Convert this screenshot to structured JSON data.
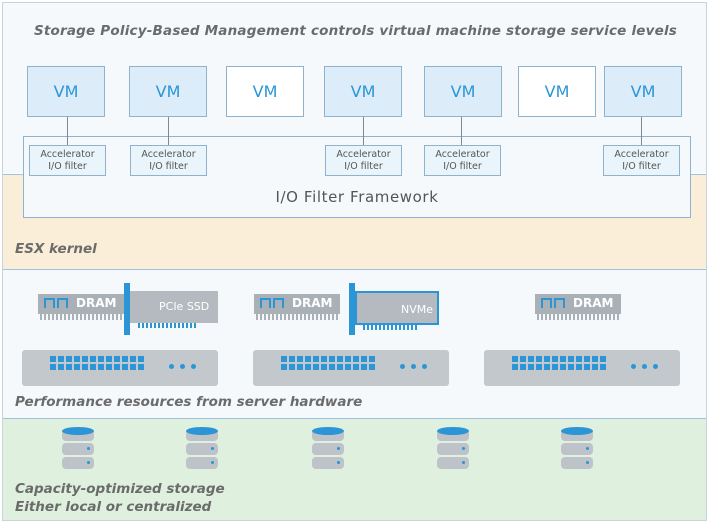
{
  "title": "Storage Policy-Based Management controls virtual machine storage service levels",
  "vms": [
    "VM",
    "VM",
    "VM",
    "VM",
    "VM",
    "VM",
    "VM"
  ],
  "filter": {
    "line1": "Accelerator",
    "line2": "I/O filter"
  },
  "framework_label": "I/O Filter Framework",
  "esx_kernel_label": "ESX kernel",
  "perf_label": "Performance resources from server hardware",
  "dram_label": "DRAM",
  "pcie_label": "PCIe SSD",
  "nvme_label": "NVMe",
  "capacity_label_1": "Capacity-optimized storage",
  "capacity_label_2": "Either local or centralized",
  "colors": {
    "accent": "#2b95d6",
    "kernel_band": "#fbeed8",
    "capacity_band": "#dff0df",
    "hardware_gray": "#b4bac0"
  }
}
